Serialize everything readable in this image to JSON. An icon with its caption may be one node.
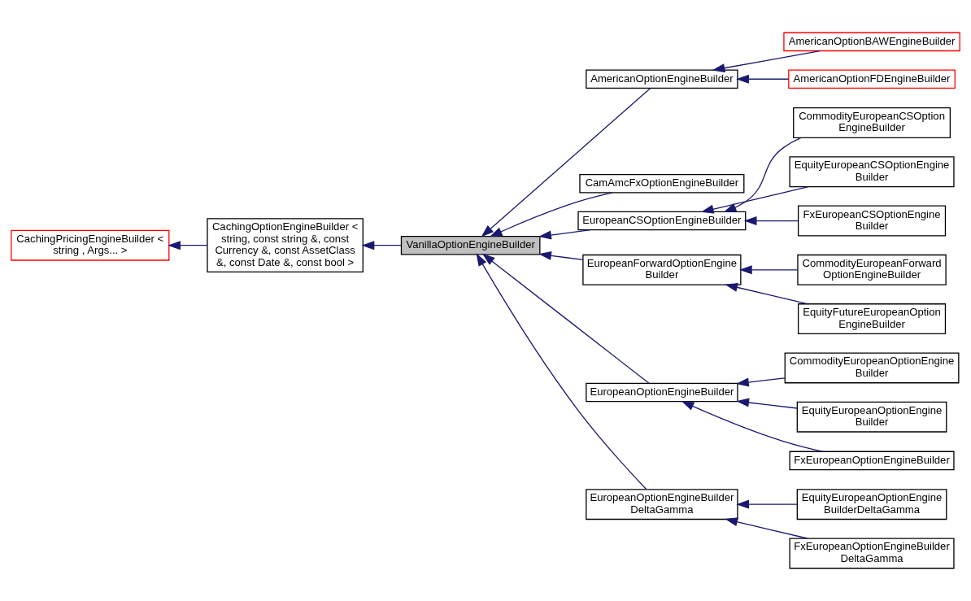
{
  "diagram": {
    "nodes": [
      {
        "text": [
          "CachingPricingEngineBuilder < string , Args... >"
        ]
      },
      {
        "text": [
          "CachingOptionEngineBuilder < string, const string &, const Currency &, const AssetClass &, const Date &, const bool >"
        ]
      },
      {
        "text": [
          "VanillaOptionEngineBuilder"
        ]
      },
      {
        "text": [
          "AmericanOptionEngineBuilder"
        ]
      },
      {
        "text": [
          "CamAmcFxOptionEngineBuilder"
        ]
      },
      {
        "text": [
          "EuropeanCSOptionEngineBuilder"
        ]
      },
      {
        "text": [
          "EuropeanForwardOptionEngine Builder"
        ]
      },
      {
        "text": [
          "EuropeanOptionEngineBuilder"
        ]
      },
      {
        "text": [
          "EuropeanOptionEngineBuilder DeltaGamma"
        ]
      },
      {
        "text": [
          "AmericanOptionBAWEngineBuilder"
        ]
      },
      {
        "text": [
          "AmericanOptionFDEngineBuilder"
        ]
      },
      {
        "text": [
          "CommodityEuropeanCSOption EngineBuilder"
        ]
      },
      {
        "text": [
          "EquityEuropeanCSOptionEngine Builder"
        ]
      },
      {
        "text": [
          "FxEuropeanCSOptionEngine Builder"
        ]
      },
      {
        "text": [
          "CommodityEuropeanForward OptionEngineBuilder"
        ]
      },
      {
        "text": [
          "EquityFutureEuropeanOption EngineBuilder"
        ]
      },
      {
        "text": [
          "CommodityEuropeanOptionEngine Builder"
        ]
      },
      {
        "text": [
          "EquityEuropeanOptionEngine Builder"
        ]
      },
      {
        "text": [
          "FxEuropeanOptionEngineBuilder"
        ]
      },
      {
        "text": [
          "EquityEuropeanOptionEngine BuilderDeltaGamma"
        ]
      },
      {
        "text": [
          "FxEuropeanOptionEngineBuilder DeltaGamma"
        ]
      }
    ],
    "edges": [
      {
        "from": 1,
        "to": 0,
        "arrow": "to"
      },
      {
        "from": 2,
        "to": 1,
        "arrow": "to"
      },
      {
        "from": 3,
        "to": 2,
        "arrow": "to"
      },
      {
        "from": 4,
        "to": 2,
        "arrow": "to"
      },
      {
        "from": 5,
        "to": 2,
        "arrow": "to"
      },
      {
        "from": 6,
        "to": 2,
        "arrow": "to"
      },
      {
        "from": 7,
        "to": 2,
        "arrow": "to"
      },
      {
        "from": 8,
        "to": 2,
        "arrow": "to"
      },
      {
        "from": 9,
        "to": 3,
        "arrow": "to"
      },
      {
        "from": 10,
        "to": 3,
        "arrow": "to"
      },
      {
        "from": 11,
        "to": 5,
        "arrow": "to"
      },
      {
        "from": 12,
        "to": 5,
        "arrow": "to"
      },
      {
        "from": 13,
        "to": 5,
        "arrow": "to"
      },
      {
        "from": 14,
        "to": 6,
        "arrow": "to"
      },
      {
        "from": 15,
        "to": 6,
        "arrow": "to"
      },
      {
        "from": 16,
        "to": 7,
        "arrow": "to"
      },
      {
        "from": 17,
        "to": 7,
        "arrow": "to"
      },
      {
        "from": 18,
        "to": 7,
        "arrow": "to"
      },
      {
        "from": 19,
        "to": 8,
        "arrow": "to"
      },
      {
        "from": 20,
        "to": 8,
        "arrow": "to"
      }
    ]
  }
}
